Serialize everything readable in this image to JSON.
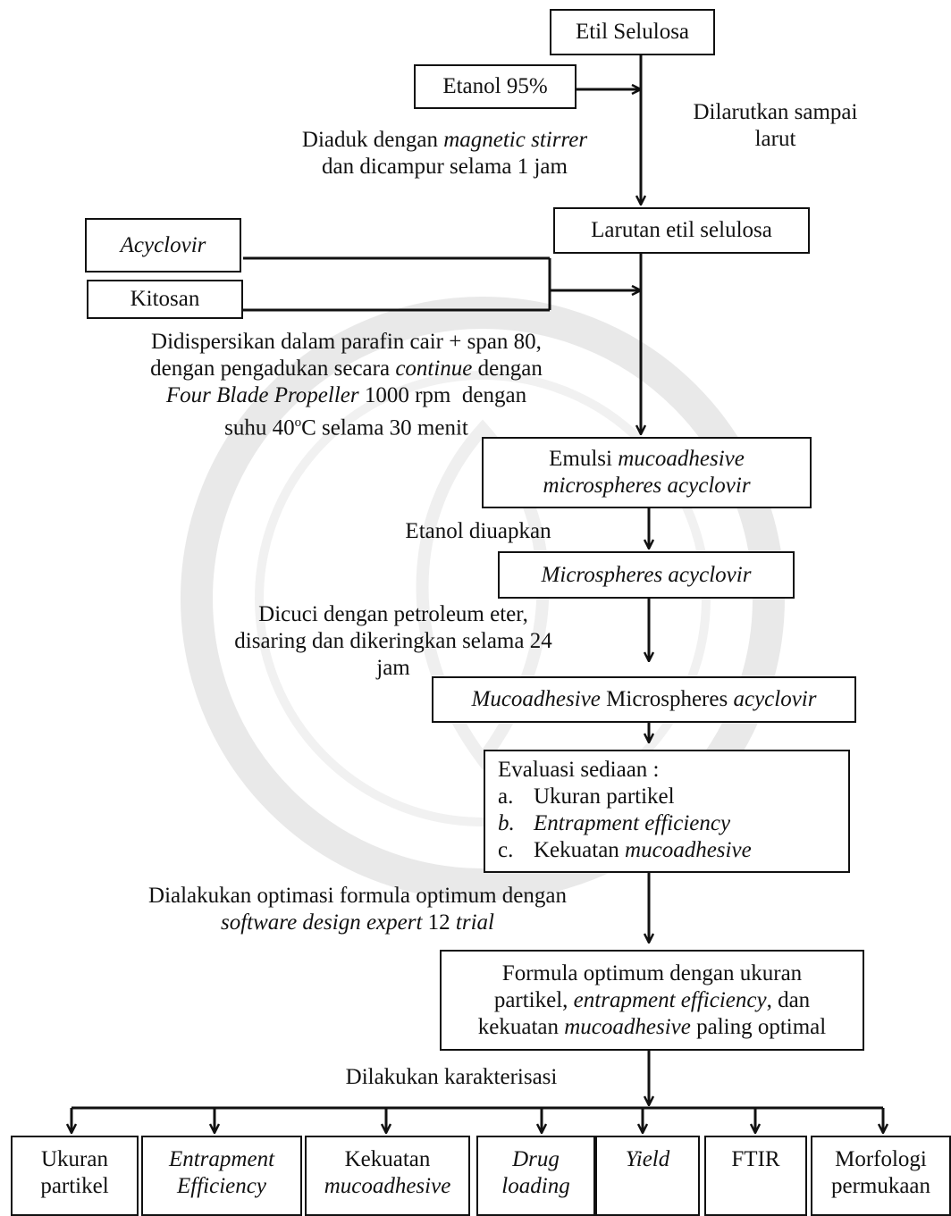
{
  "nodes": {
    "etil_selulosa": "Etil Selulosa",
    "etanol": "Etanol 95%",
    "larutan": "Larutan etil selulosa",
    "acyclovir": "Acyclovir",
    "kitosan": "Kitosan",
    "emulsi_1": "Emulsi ",
    "emulsi_2": "mucoadhesive",
    "emulsi_3": "microspheres acyclovir",
    "microspheres": "Microspheres acyclovir",
    "muco_1": "Mucoadhesive",
    "muco_2": " Microspheres ",
    "muco_3": "acyclovir",
    "formula_1": "Formula optimum dengan ukuran",
    "formula_2a": "partikel, ",
    "formula_2b": "entrapment efficiency",
    "formula_2c": ", dan",
    "formula_3a": "kekuatan ",
    "formula_3b": "mucoadhesive",
    "formula_3c": " paling optimal"
  },
  "evaluation": {
    "title": "Evaluasi sediaan :",
    "items": [
      {
        "marker": "a.",
        "text": "Ukuran partikel"
      },
      {
        "marker": "b.",
        "text": "Entrapment efficiency"
      },
      {
        "marker": "c.",
        "prefix": "Kekuatan ",
        "text": "mucoadhesive"
      }
    ]
  },
  "steps": {
    "dilarutkan_1": "Dilarutkan sampai",
    "dilarutkan_2": "larut",
    "diaduk_1a": "Diaduk dengan ",
    "diaduk_1b": "magnetic stirrer",
    "diaduk_2": "dan dicampur selama 1 jam",
    "didispersi_1": "Didispersikan dalam parafin cair + span 80,",
    "didispersi_2a": "dengan pengadukan secara ",
    "didispersi_2b": "continue",
    "didispersi_2c": " dengan",
    "didispersi_3a": "Four Blade Propeller",
    "didispersi_3b": " 1000 rpm  dengan",
    "didispersi_4a": "suhu 40",
    "didispersi_4b": "o",
    "didispersi_4c": "C selama 30 menit",
    "etanol_diuapkan": "Etanol diuapkan",
    "dicuci_1": "Dicuci dengan petroleum eter,",
    "dicuci_2": "disaring dan dikeringkan selama 24",
    "dicuci_3": "jam",
    "optimasi_1": "Dialakukan optimasi formula optimum dengan",
    "optimasi_2a": "software design expert",
    "optimasi_2b": " 12 ",
    "optimasi_2c": "trial",
    "karakterisasi": "Dilakukan karakterisasi"
  },
  "characterization": [
    {
      "l1": "Ukuran",
      "l2": "partikel"
    },
    {
      "l1": "Entrapment",
      "l2": "Efficiency"
    },
    {
      "l1": "Kekuatan",
      "l2": "mucoadhesive"
    },
    {
      "l1": "Drug",
      "l2": "loading"
    },
    {
      "l1": "Yield",
      "l2": ""
    },
    {
      "l1": "FTIR",
      "l2": ""
    },
    {
      "l1": "Morfologi",
      "l2": "permukaan"
    }
  ]
}
